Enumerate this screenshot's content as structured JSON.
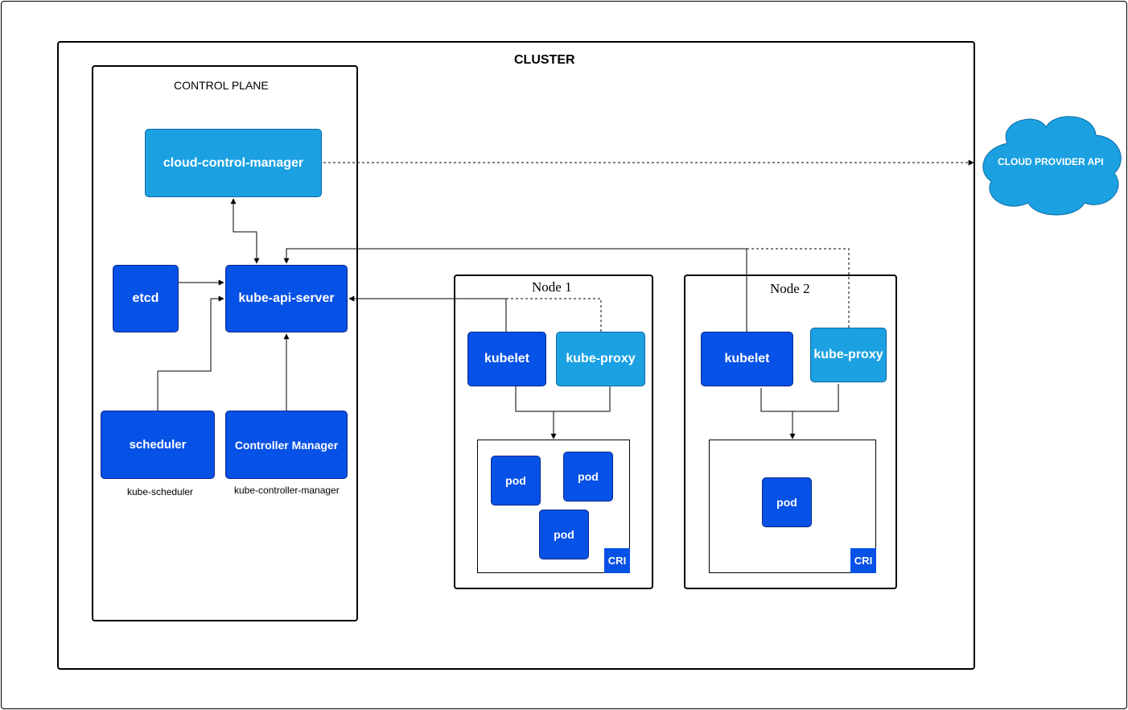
{
  "cluster": {
    "title": "CLUSTER"
  },
  "control_plane": {
    "title": "CONTROL PLANE",
    "cloud_control_manager": "cloud-control-manager",
    "etcd": "etcd",
    "kube_api_server": "kube-api-server",
    "scheduler": "scheduler",
    "scheduler_caption": "kube-scheduler",
    "controller_manager": "Controller Manager",
    "controller_manager_caption": "kube-controller-manager"
  },
  "cloud_provider": {
    "label": "CLOUD PROVIDER API"
  },
  "node1": {
    "title": "Node 1",
    "kubelet": "kubelet",
    "kube_proxy": "kube-proxy",
    "pods": [
      "pod",
      "pod",
      "pod"
    ],
    "cri": "CRI"
  },
  "node2": {
    "title": "Node 2",
    "kubelet": "kubelet",
    "kube_proxy": "kube-proxy",
    "pods": [
      "pod"
    ],
    "cri": "CRI"
  },
  "colors": {
    "component_dark": "#0651e6",
    "component_light": "#1ba1e2",
    "outline": "#000000"
  }
}
